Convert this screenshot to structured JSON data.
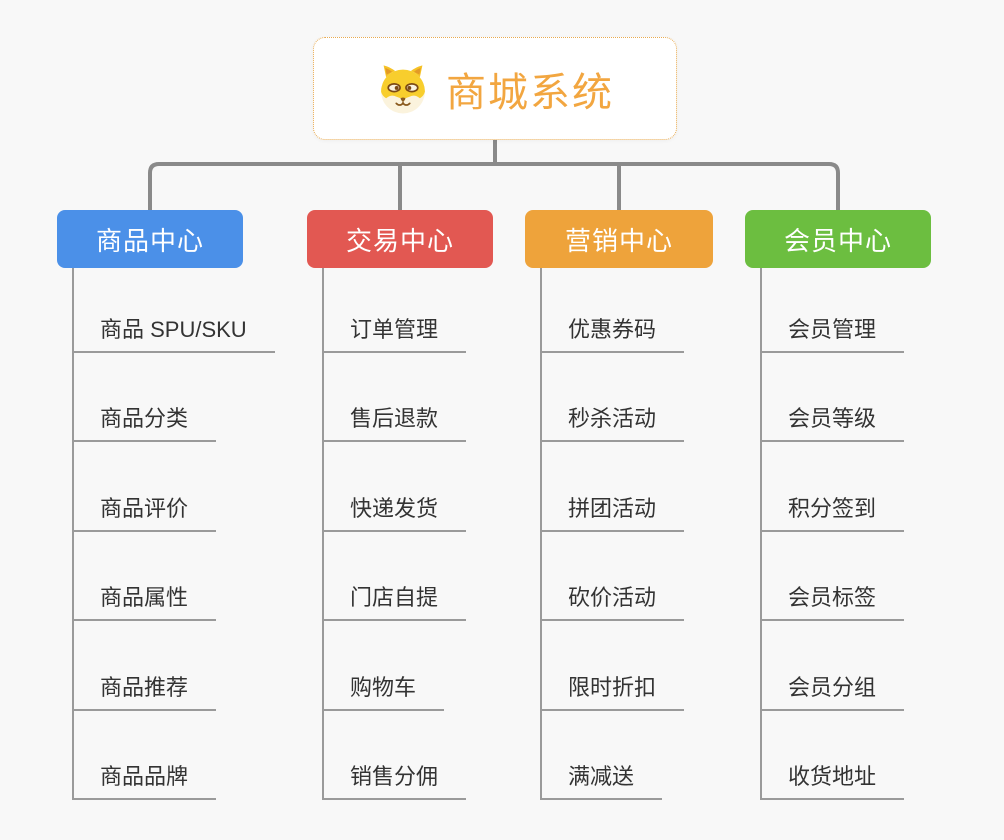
{
  "root": {
    "title": "商城系统",
    "icon": "dog-face-icon"
  },
  "branches": [
    {
      "label": "商品中心",
      "color": "#4b90e8",
      "items": [
        "商品 SPU/SKU",
        "商品分类",
        "商品评价",
        "商品属性",
        "商品推荐",
        "商品品牌"
      ]
    },
    {
      "label": "交易中心",
      "color": "#e25852",
      "items": [
        "订单管理",
        "售后退款",
        "快递发货",
        "门店自提",
        "购物车",
        "销售分佣"
      ]
    },
    {
      "label": "营销中心",
      "color": "#eea33b",
      "items": [
        "优惠券码",
        "秒杀活动",
        "拼团活动",
        "砍价活动",
        "限时折扣",
        "满减送"
      ]
    },
    {
      "label": "会员中心",
      "color": "#6cbe40",
      "items": [
        "会员管理",
        "会员等级",
        "积分签到",
        "会员标签",
        "会员分组",
        "收货地址"
      ]
    }
  ],
  "colors": {
    "background": "#f8f8f8",
    "root_title": "#f2a640",
    "root_border": "#e9ab51",
    "connector": "#8a8a8a",
    "trunk_line": "#9a9a9a",
    "item_text": "#333333"
  }
}
